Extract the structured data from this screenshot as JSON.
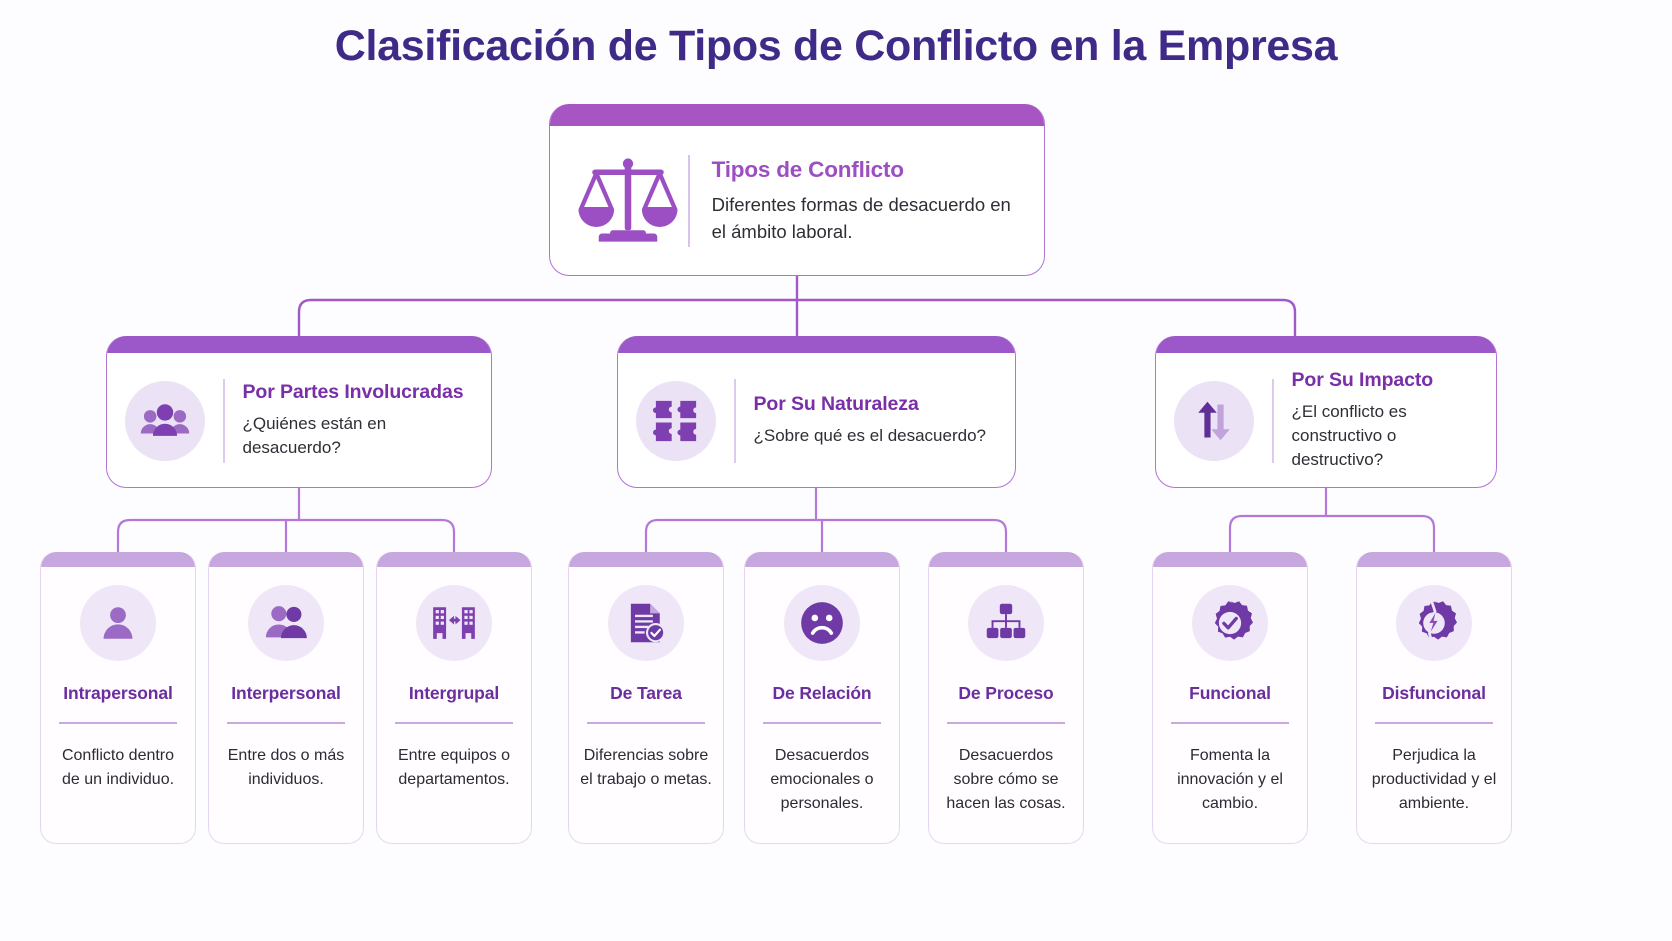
{
  "title": "Clasificación de Tipos de Conflicto en la Empresa",
  "colors": {
    "title": "#3f2a87",
    "root_bar": "#a855c4",
    "category_bar": "#9c57c9",
    "leaf_bar": "#c6a8de",
    "accent_purple": "#9b4fc2",
    "deep_purple": "#6b2e9e",
    "connector": "#a259c8",
    "icon_circle_bg": "#ece2f6",
    "page_bg": "#fdfcfe"
  },
  "root": {
    "icon": "scales-balance-icon",
    "title": "Tipos de Conflicto",
    "description": "Diferentes formas de desacuerdo en el ámbito laboral."
  },
  "categories": [
    {
      "icon": "group-people-icon",
      "title": "Por Partes Involucradas",
      "description": "¿Quiénes están en desacuerdo?"
    },
    {
      "icon": "puzzle-pieces-icon",
      "title": "Por Su Naturaleza",
      "description": "¿Sobre qué es el desacuerdo?"
    },
    {
      "icon": "up-down-arrows-icon",
      "title": "Por Su Impacto",
      "description": "¿El conflicto es constructivo o destructivo?"
    }
  ],
  "leaves": [
    {
      "icon": "single-person-icon",
      "title": "Intrapersonal",
      "description": "Conflicto dentro de un individuo."
    },
    {
      "icon": "two-people-icon",
      "title": "Interpersonal",
      "description": "Entre dos o más individuos."
    },
    {
      "icon": "two-buildings-icon",
      "title": "Intergrupal",
      "description": "Entre equipos o departamentos."
    },
    {
      "icon": "document-check-icon",
      "title": "De Tarea",
      "description": "Diferencias sobre el trabajo o metas."
    },
    {
      "icon": "sad-face-icon",
      "title": "De Relación",
      "description": "Desacuerdos emocionales o personales."
    },
    {
      "icon": "org-chart-icon",
      "title": "De Proceso",
      "description": "Desacuerdos sobre cómo se hacen las cosas."
    },
    {
      "icon": "gear-check-icon",
      "title": "Funcional",
      "description": "Fomenta la innovación y el cambio."
    },
    {
      "icon": "broken-gear-icon",
      "title": "Disfuncional",
      "description": "Perjudica la productividad y el ambiente."
    }
  ]
}
